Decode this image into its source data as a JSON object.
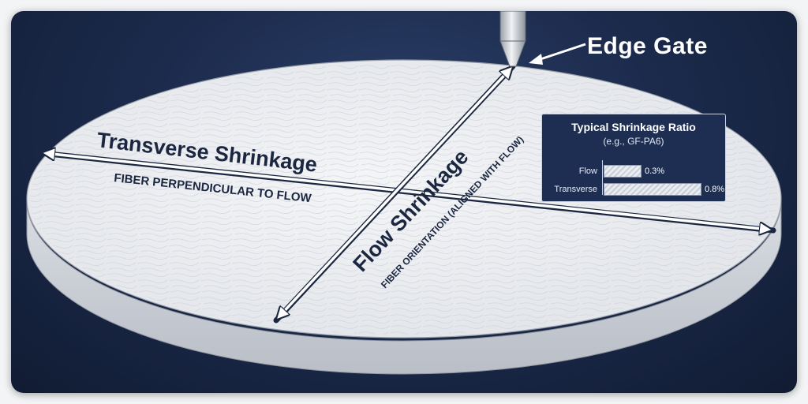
{
  "gate": {
    "label": "Edge Gate"
  },
  "transverse": {
    "title": "Transverse Shrinkage",
    "subtitle": "FIBER PERPENDICULAR TO FLOW"
  },
  "flow": {
    "title": "Flow Shrinkage",
    "subtitle": "FIBER ORIENTATION (ALIGNED WITH FLOW)"
  },
  "legend": {
    "title": "Typical Shrinkage Ratio",
    "subtitle": "(e.g., GF-PA6)",
    "rows": [
      {
        "label": "Flow",
        "value_text": "0.3%",
        "value": 0.3
      },
      {
        "label": "Transverse",
        "value_text": "0.8%",
        "value": 0.8
      }
    ]
  },
  "colors": {
    "background": "#1c2b4d",
    "disc_top": "#eceef2",
    "disc_side": "#cfd3da",
    "arrow_outline": "#1b2740",
    "text_dark": "#1b2740"
  }
}
